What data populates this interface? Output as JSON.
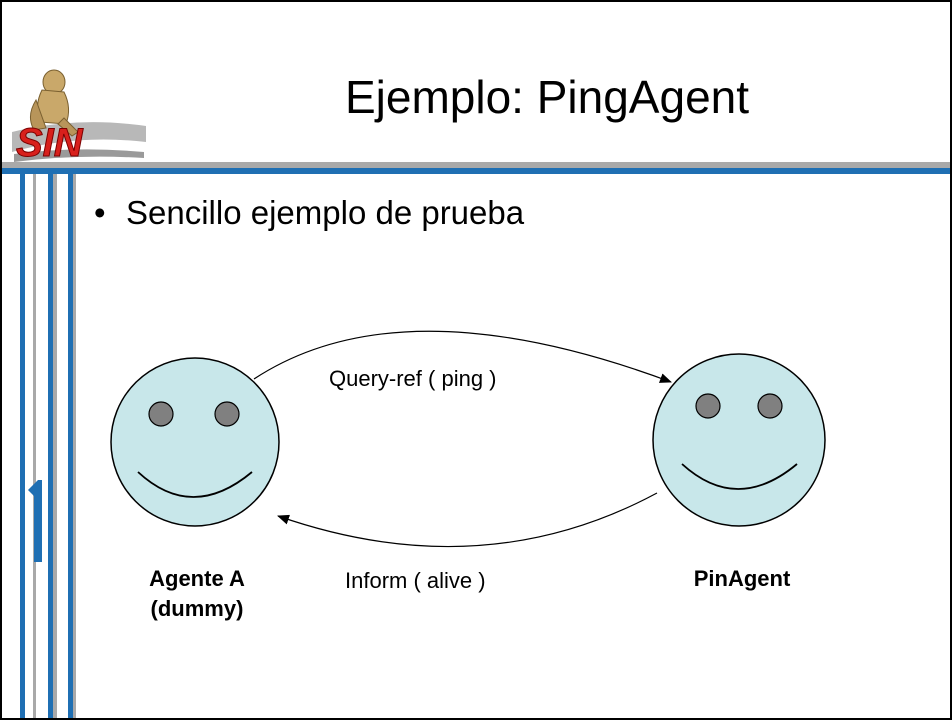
{
  "slide": {
    "title": "Ejemplo: PingAgent",
    "bullets": [
      "Sencillo ejemplo de prueba"
    ],
    "logo_text": "SIN"
  },
  "diagram": {
    "nodes": [
      {
        "id": "agent_a",
        "label_line1": "Agente A",
        "label_line2": "(dummy)"
      },
      {
        "id": "ping_agent",
        "label_line1": "PinAgent"
      }
    ],
    "edges": [
      {
        "from": "agent_a",
        "to": "ping_agent",
        "label": "Query-ref ( ping )"
      },
      {
        "from": "ping_agent",
        "to": "agent_a",
        "label": "Inform ( alive )"
      }
    ]
  },
  "colors": {
    "face_fill": "#c8e7ea",
    "eye_fill": "#808080",
    "accent_blue": "#1f6fb3",
    "frame_grey": "#a9a9a9"
  }
}
